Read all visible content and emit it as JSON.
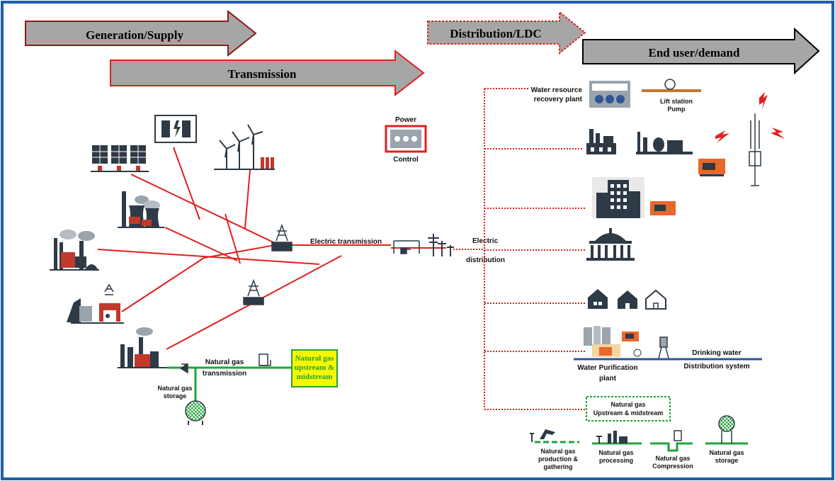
{
  "arrows": {
    "generation": "Generation/Supply",
    "transmission": "Transmission",
    "distribution": "Distribution/LDC",
    "end_user": "End user/demand"
  },
  "power_control": {
    "top": "Power",
    "bottom": "Control"
  },
  "labels": {
    "electric_transmission": "Electric transmission",
    "electric": "Electric",
    "distribution": "distribution",
    "ng_transmission_1": "Natural gas",
    "ng_transmission_2": "transmission",
    "ng_storage_1": "Natural gas",
    "ng_storage_2": "storage",
    "ng_box_1": "Natural gas",
    "ng_box_2": "upstream &",
    "ng_box_3": "midstream"
  },
  "end_users": {
    "water_resource_1": "Water resource",
    "water_resource_2": "recovery plant",
    "lift_station_1": "Lift station",
    "lift_station_2": "Pump",
    "drinking_water_1": "Drinking water",
    "drinking_water_2": "Distribution  system",
    "water_purification_1": "Water Purification",
    "water_purification_2": "plant",
    "ng_upstream_1": "Natural gas",
    "ng_upstream_2": "Upstream & midstream"
  },
  "gas_chain": {
    "production_1": "Natural gas",
    "production_2": "production &",
    "production_3": "gathering",
    "processing_1": "Natural gas",
    "processing_2": "processing",
    "compression_1": "Natural gas",
    "compression_2": "Compression",
    "storage_1": "Natural gas",
    "storage_2": "storage"
  },
  "colors": {
    "frame": "#1f5fa8",
    "arrow_fill": "#a6a6a6",
    "arrow_red_border": "#8b1a1a",
    "arrow_bright_red": "#e0201e",
    "grid_red": "#e0201e",
    "gas_green": "#22a33a",
    "water_blue": "#2f5597",
    "icon_dark": "#2e3a46",
    "icon_red": "#c0392b",
    "genset_orange": "#e8672a",
    "ng_box_fill": "#f5f700"
  }
}
